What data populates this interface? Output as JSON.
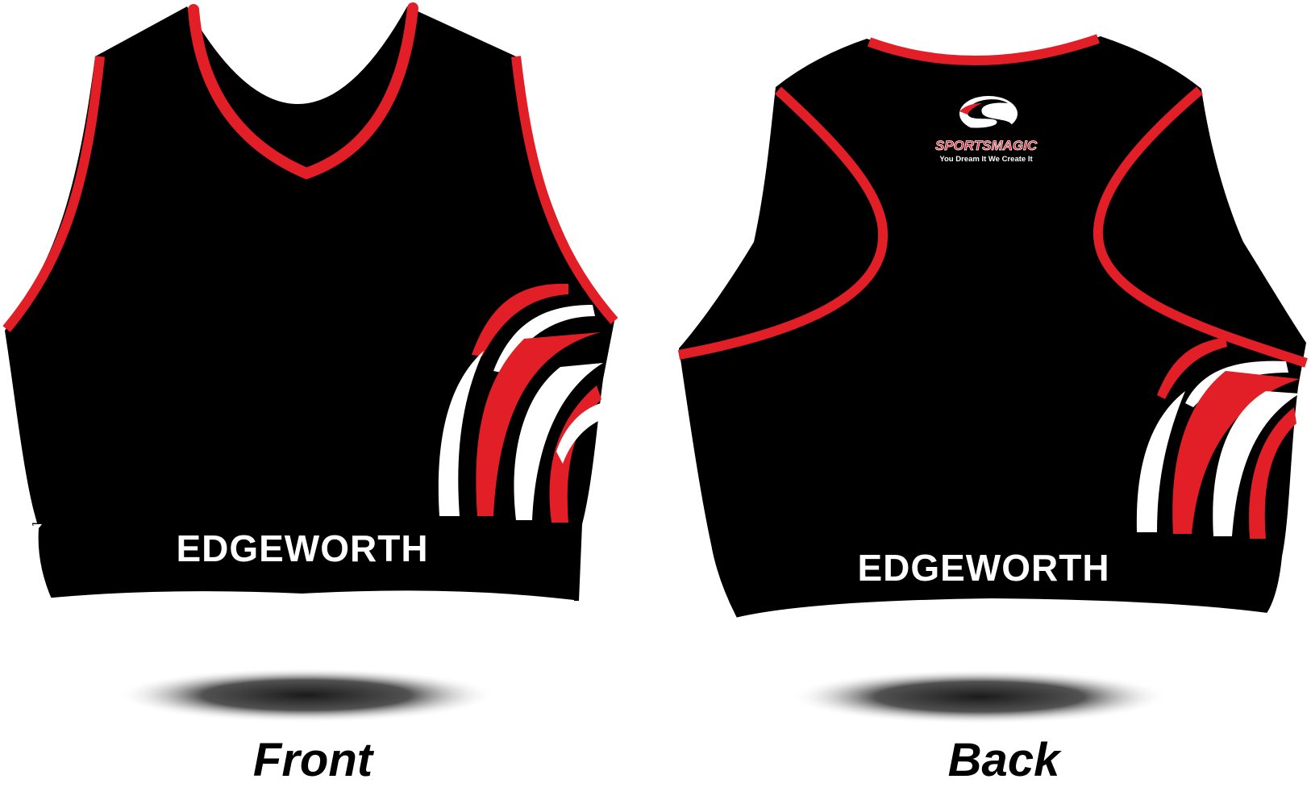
{
  "colors": {
    "garment": "#000000",
    "trim": "#e21f26",
    "accent": "#ffffff",
    "shadow": "#2a2a2a"
  },
  "front": {
    "team_name": "EDGEWORTH",
    "label": "Front"
  },
  "back": {
    "team_name": "EDGEWORTH",
    "label": "Back",
    "logo": {
      "icon": "swoosh-s-logo-icon",
      "brand": "SPORTSMAGIC",
      "tagline": "You Dream It We Create It"
    }
  }
}
